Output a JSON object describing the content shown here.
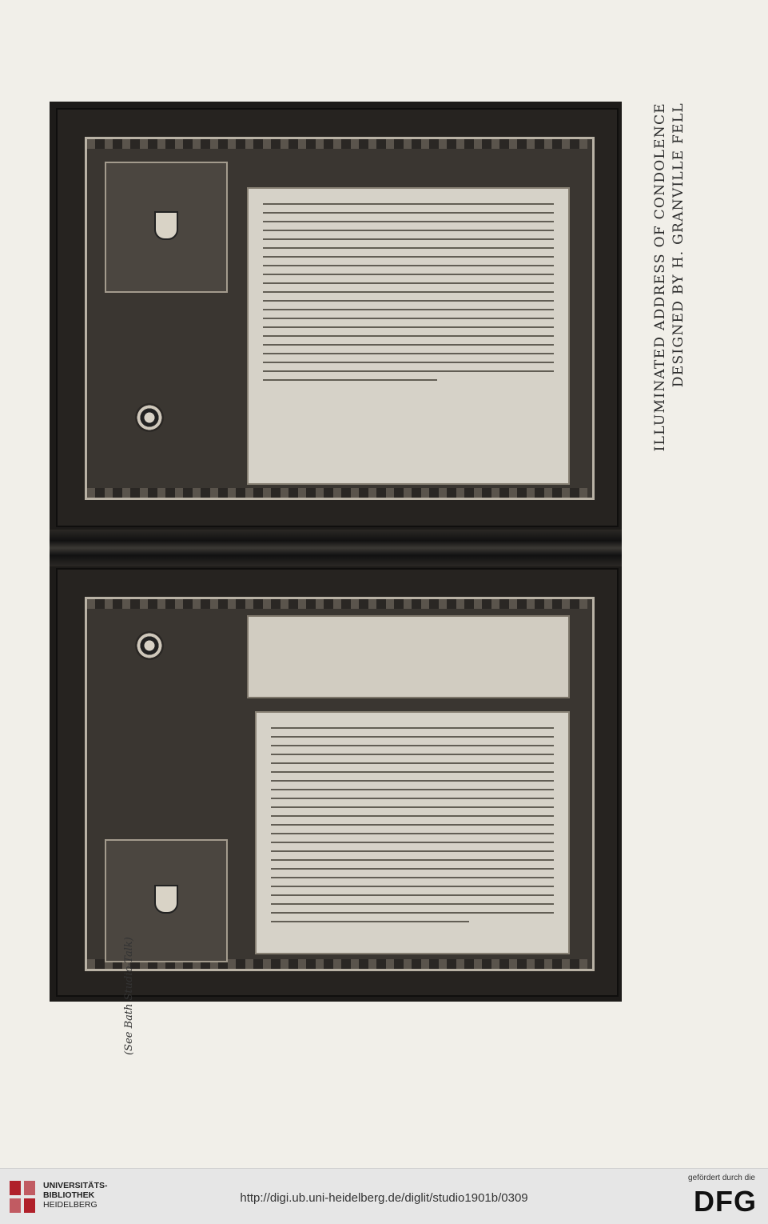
{
  "caption": {
    "line1": "ILLUMINATED ADDRESS OF CONDOLENCE",
    "line2": "DESIGNED BY H. GRANVILLE FELL"
  },
  "source_note": "(See Bath Studio-Talk)",
  "footer": {
    "institution_line1": "UNIVERSITÄTS-",
    "institution_line2": "BIBLIOTHEK",
    "institution_line3": "HEIDELBERG",
    "url": "http://digi.ub.uni-heidelberg.de/diglit/studio1901b/0309",
    "funded_by": "gefördert durch die",
    "funder_logo": "DFG"
  },
  "colors": {
    "paper": "#f1efe9",
    "plate_dark": "#1d1b19",
    "uni_red": "#b0202a"
  }
}
